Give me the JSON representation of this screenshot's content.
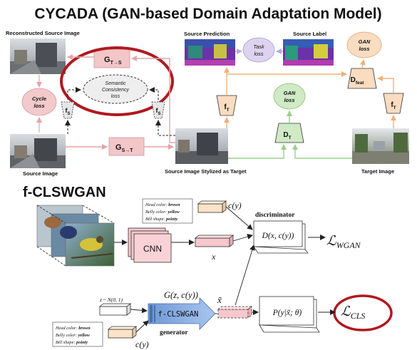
{
  "cycada": {
    "title": "CYCADA (GAN-based Domain Adaptation Model)",
    "labels": {
      "reconstructed_source_image": "Reconstructed Source Image",
      "source_image": "Source Image",
      "source_prediction": "Source Prediction",
      "source_label": "Source Label",
      "source_stylized": "Source Image Stylized as Target",
      "target_image": "Target Image"
    },
    "nodes": {
      "g_t_to_s_main": "G",
      "g_t_to_s_sub": "T→S",
      "g_s_to_t_main": "G",
      "g_s_to_t_sub": "S→T",
      "cycle_loss_line1": "Cycle",
      "cycle_loss_line2": "loss",
      "semantic_loss_line1": "Semantic",
      "semantic_loss_line2": "Consistency",
      "semantic_loss_line3": "loss",
      "task_loss_line1": "Task",
      "task_loss_line2": "loss",
      "gan_loss_left_line1": "GAN",
      "gan_loss_left_line2": "loss",
      "gan_loss_right_line1": "GAN",
      "gan_loss_right_line2": "loss",
      "f_main": "f",
      "f_sub_s": "S",
      "f_sub_t": "T",
      "d_main": "D",
      "d_sub_t": "T",
      "d_feat_sub": "feat"
    }
  },
  "fclswgan": {
    "title": "f-CLSWGAN",
    "attributes_top": [
      {
        "key": "Head color: ",
        "value": "brown"
      },
      {
        "key": "Belly color: ",
        "value": "yellow"
      },
      {
        "key": "Bill shape: ",
        "value": "pointy"
      }
    ],
    "attributes_bottom": [
      {
        "key": "Head color: ",
        "value": "brown"
      },
      {
        "key": "Belly color: ",
        "value": "yellow"
      },
      {
        "key": "Bill shape: ",
        "value": "pointy"
      }
    ],
    "cy_label": "c(y)",
    "cy_label_bottom": "c(y)",
    "x_label": "x",
    "xtilde_label": "x̃",
    "cnn": "CNN",
    "discriminator_label": "discriminator",
    "discriminator_func": "D(x, c(y))",
    "generator_label": "generator",
    "generator_func": "G(z, c(y))",
    "generator_name": "f-CLSWGAN",
    "classifier_func": "P(y|x̃; θ)",
    "noise_label": "z ~ N(0, 1)",
    "loss_wgan_main": "ℒ",
    "loss_wgan_sub": "WGAN",
    "loss_cls_main": "ℒ",
    "loss_cls_sub": "CLS"
  }
}
